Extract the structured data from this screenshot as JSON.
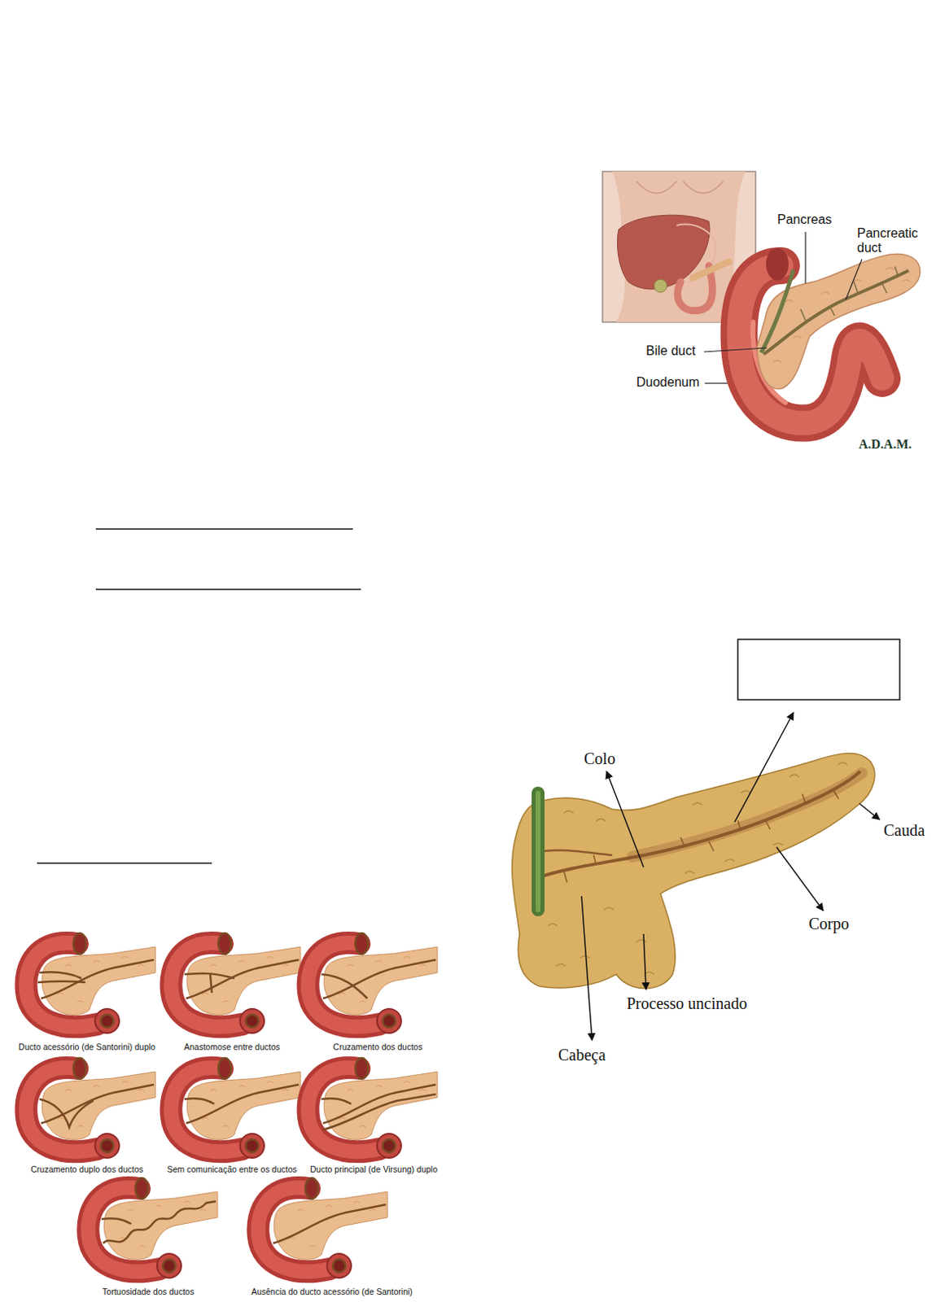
{
  "diagram": {
    "labels": [
      "Pancreas",
      "Pancreatic duct",
      "Bile duct",
      "Duodenum",
      "A.D.A.M.",
      "Colo",
      "Cauda",
      "Corpo",
      "Processo uncinado",
      "Cabeça",
      "Ducto acessório (de Santorini) duplo",
      "Anastomose entre ductos",
      "Cruzamento dos ductos",
      "Cruzamento duplo dos ductos",
      "Sem comunicação entre os ductos",
      "Ducto principal (de Virsung) duplo",
      "Tortuosidade dos ductos",
      "Ausência do ducto acessório (de Santorini)"
    ]
  }
}
